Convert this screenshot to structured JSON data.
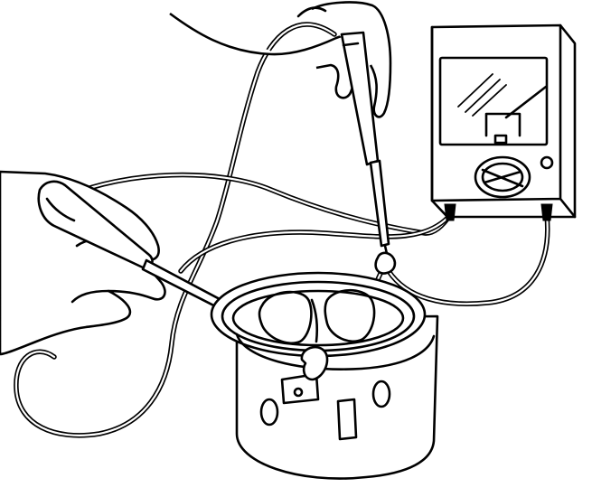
{
  "figure": {
    "type": "line-illustration",
    "colors": {
      "ink": "#000000",
      "paper": "#ffffff"
    },
    "parts": [
      "meter",
      "meter-needle",
      "adjust-knob",
      "test-probe-upper",
      "test-probe-lower",
      "test-leads",
      "hand-upper",
      "hand-lower",
      "cylinder-part",
      "terminal-tab"
    ]
  }
}
